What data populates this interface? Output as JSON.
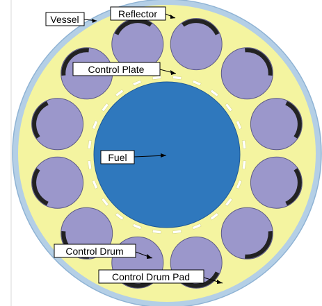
{
  "labels": {
    "vessel": "Vessel",
    "reflector": "Reflector",
    "control_plate": "Control Plate",
    "fuel": "Fuel",
    "control_drum": "Control Drum",
    "control_drum_pad": "Control Drum Pad"
  },
  "colors": {
    "vessel": "#b4cfe6",
    "vessel_edge": "#8fb3d4",
    "reflector": "#f4f4a0",
    "fuel": "#2f78bd",
    "fuel_edge": "#1f5a96",
    "drum": "#9b97cb",
    "drum_edge": "#5c5a86",
    "drum_pad": "#222222",
    "control_plate": "#ffffff"
  },
  "drum_count": 12,
  "control_plate_count": 24
}
